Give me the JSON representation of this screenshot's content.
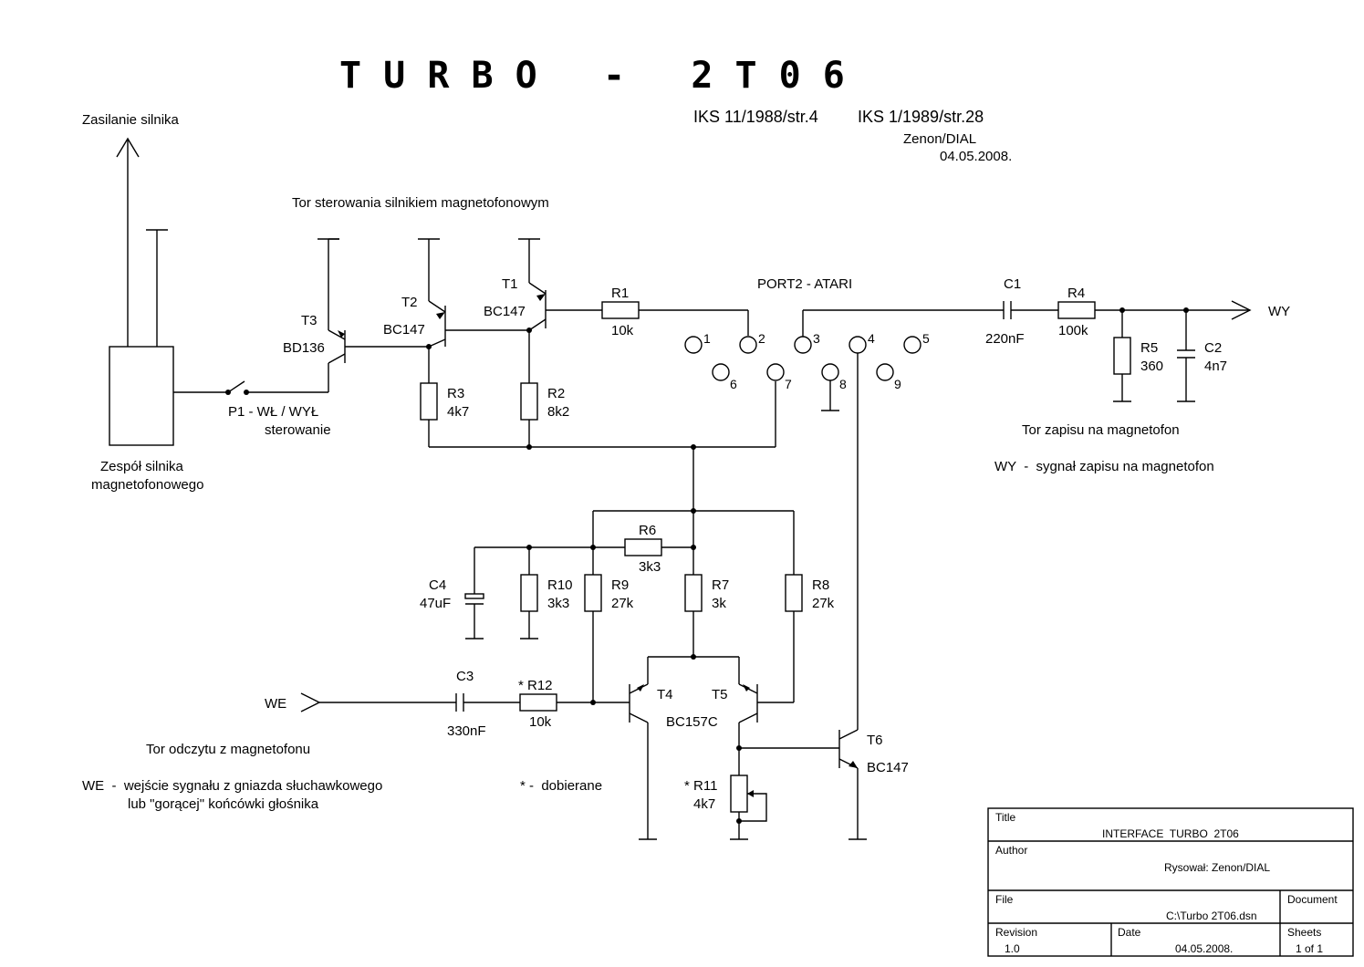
{
  "header": {
    "title": "T U R B O   -   2 T 0 6",
    "ref1": "IKS 11/1988/str.4",
    "ref2": "IKS 1/1989/str.28",
    "author": "Zenon/DIAL",
    "date": "04.05.2008."
  },
  "sections": {
    "power": "Zasilanie silnika",
    "motor_control": "Tor sterowania silnikiem magnetofonowym",
    "motor_unit_1": "Zespół silnika",
    "motor_unit_2": "magnetofonowego",
    "switch_1": "P1  -  WŁ / WYŁ",
    "switch_2": "sterowanie",
    "port": "PORT2 - ATARI",
    "write_path": "Tor zapisu na magnetofon",
    "write_desc": "WY  -  sygnał zapisu na magnetofon",
    "read_path": "Tor odczytu z magnetofonu",
    "read_desc_1": "WE  -  wejście sygnału z gniazda słuchawkowego",
    "read_desc_2": "lub \"gorącej\" końcówki głośnika",
    "selected_note": "* -  dobierane",
    "out_label": "WY",
    "in_label": "WE"
  },
  "components": {
    "T1": {
      "name": "T1",
      "value": "BC147"
    },
    "T2": {
      "name": "T2",
      "value": "BC147"
    },
    "T3": {
      "name": "T3",
      "value": "BD136"
    },
    "T4": {
      "name": "T4"
    },
    "T5": {
      "name": "T5"
    },
    "T45_value": "BC157C",
    "T6": {
      "name": "T6",
      "value": "BC147"
    },
    "R1": {
      "name": "R1",
      "value": "10k"
    },
    "R2": {
      "name": "R2",
      "value": "8k2"
    },
    "R3": {
      "name": "R3",
      "value": "4k7"
    },
    "R4": {
      "name": "R4",
      "value": "100k"
    },
    "R5": {
      "name": "R5",
      "value": "360"
    },
    "R6": {
      "name": "R6",
      "value": "3k3"
    },
    "R7": {
      "name": "R7",
      "value": "3k"
    },
    "R8": {
      "name": "R8",
      "value": "27k"
    },
    "R9": {
      "name": "R9",
      "value": "27k"
    },
    "R10": {
      "name": "R10",
      "value": "3k3"
    },
    "R11": {
      "name": "* R11",
      "value": "4k7"
    },
    "R12": {
      "name": "* R12",
      "value": "10k"
    },
    "C1": {
      "name": "C1",
      "value": "220nF"
    },
    "C2": {
      "name": "C2",
      "value": "4n7"
    },
    "C3": {
      "name": "C3",
      "value": "330nF"
    },
    "C4": {
      "name": "C4",
      "value": "47uF"
    }
  },
  "port_pins": [
    "1",
    "2",
    "3",
    "4",
    "5",
    "6",
    "7",
    "8",
    "9"
  ],
  "title_block": {
    "title_label": "Title",
    "title_value": "INTERFACE  TURBO  2T06",
    "author_label": "Author",
    "author_value": "Rysował: Zenon/DIAL",
    "file_label": "File",
    "file_value": "C:\\Turbo 2T06.dsn",
    "document_label": "Document",
    "revision_label": "Revision",
    "revision_value": "1.0",
    "date_label": "Date",
    "date_value": "04.05.2008.",
    "sheets_label": "Sheets",
    "sheets_value": "1 of 1"
  }
}
